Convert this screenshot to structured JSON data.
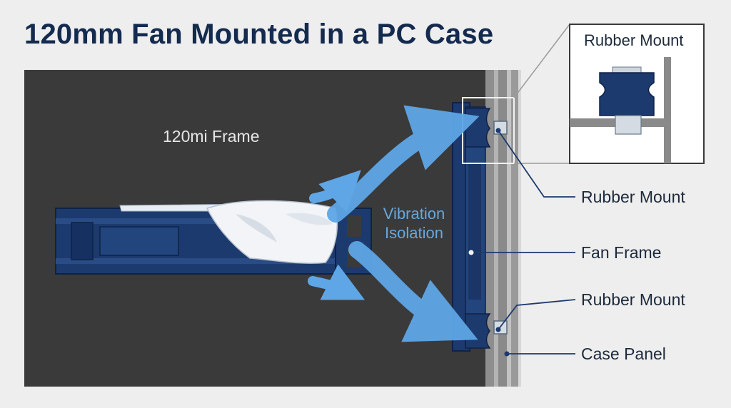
{
  "title": "120mm Fan Mounted in a PC Case",
  "frame_note": "120mi Frame",
  "vibration_label": {
    "line1": "Vibration",
    "line2": "Isolation"
  },
  "inset": {
    "title": "Rubber Mount"
  },
  "callouts": {
    "rubber_mount_top": "Rubber Mount",
    "fan_frame": "Fan Frame",
    "rubber_mount_bottom": "Rubber Mount",
    "case_panel": "Case Panel"
  },
  "colors": {
    "navy": "#1c3a6e",
    "dark_bg": "#3a3a3a",
    "arrow_blue": "#5ea6e6",
    "panel_gray": "#9a9a9a",
    "title": "#142a4f"
  }
}
